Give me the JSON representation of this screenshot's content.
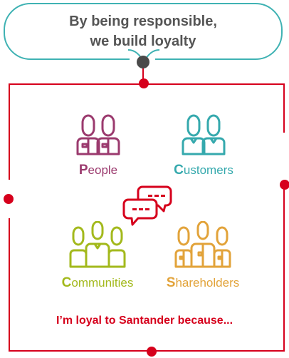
{
  "header": {
    "line1": "By being responsible,",
    "line2": "we build loyalty"
  },
  "groups": [
    {
      "initial": "P",
      "rest": "eople",
      "color": "#9b3a6e",
      "icon": "two-people-icon"
    },
    {
      "initial": "C",
      "rest": "ustomers",
      "color": "#35a9ad",
      "icon": "two-people-icon"
    },
    {
      "initial": "C",
      "rest": "ommunities",
      "color": "#a3b91c",
      "icon": "three-people-icon"
    },
    {
      "initial": "S",
      "rest": "hareholders",
      "color": "#e2a33a",
      "icon": "three-people-icon"
    }
  ],
  "tagline": "I’m loyal to Santander because...",
  "colors": {
    "accent_red": "#d6001c",
    "bubble_border": "#3fb2b3",
    "header_text": "#555555"
  }
}
